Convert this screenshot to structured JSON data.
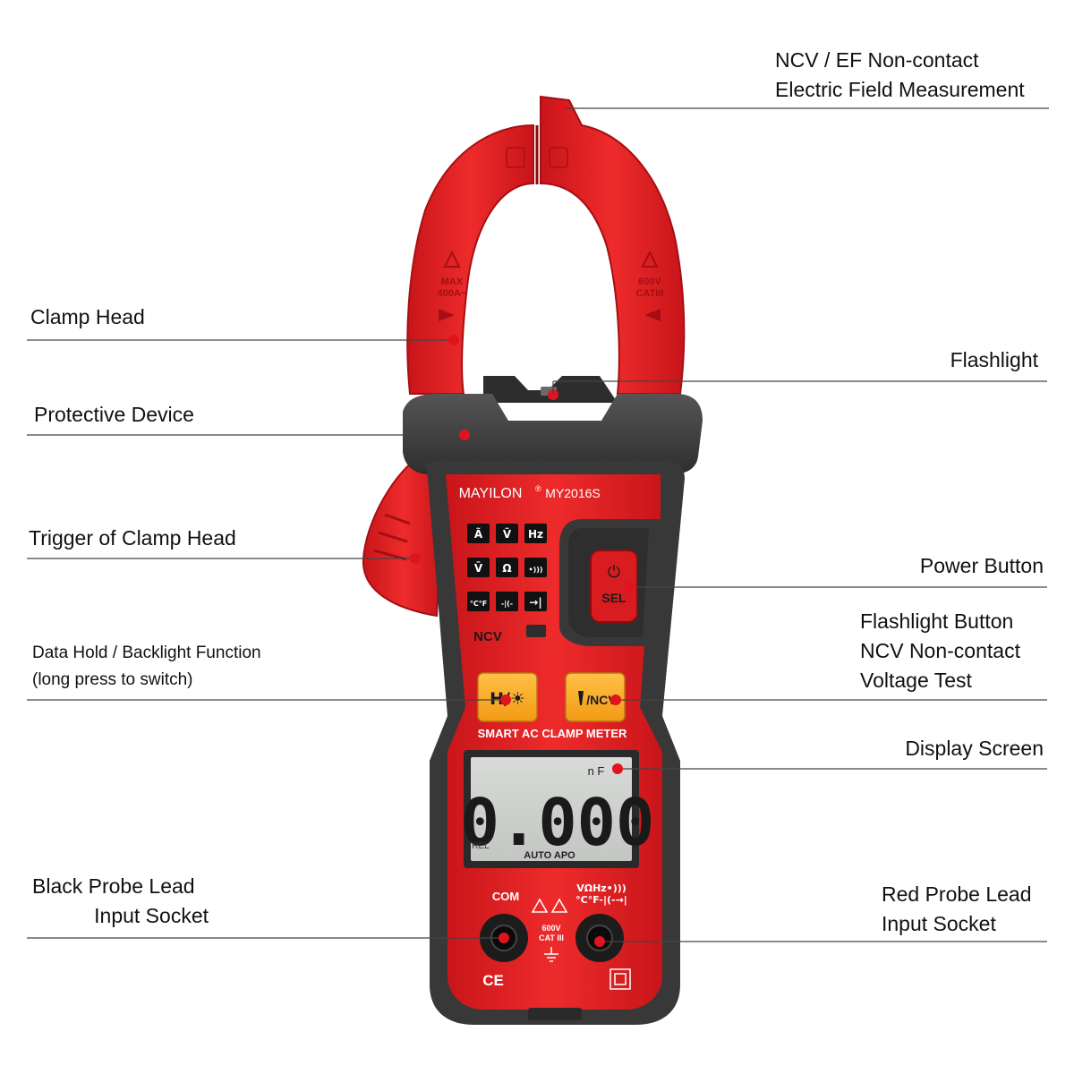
{
  "callouts": {
    "ncv_ef": [
      "NCV / EF Non-contact",
      "Electric Field Measurement"
    ],
    "clamp_head": "Clamp Head",
    "flashlight": "Flashlight",
    "protective_device": "Protective Device",
    "trigger": "Trigger of Clamp Head",
    "power_button": "Power Button",
    "flashlight_button": [
      "Flashlight Button",
      "NCV Non-contact",
      "Voltage Test"
    ],
    "data_hold": [
      "Data Hold / Backlight Function",
      "(long press to switch)"
    ],
    "display_screen": "Display Screen",
    "black_probe": [
      "Black Probe Lead",
      "Input Socket"
    ],
    "red_probe": [
      "Red Probe Lead",
      "Input Socket"
    ]
  },
  "device": {
    "brand": "MAYILON",
    "registered": "®",
    "model": "MY2016S",
    "clamp_left_warning": [
      "MAX",
      "400A~"
    ],
    "clamp_right_warning": [
      "600V",
      "CATIII"
    ],
    "function_keys": [
      "Ã",
      "Ṽ",
      "Hz",
      "V̄",
      "Ω",
      "•)))",
      "°C°F",
      "-|(-",
      "→|"
    ],
    "ncv_label": "NCV",
    "hold_button": "H/☀",
    "ncv_button": "/NCV",
    "power_button_label": "SEL",
    "power_button_symbol": "⏻",
    "subtitle": "SMART AC CLAMP METER",
    "lcd_reading": "0.000",
    "lcd_unit": "n F",
    "lcd_rel": "REL",
    "lcd_auto": "AUTO APO",
    "com_label": "COM",
    "input_label_1": "VΩHz•)))",
    "input_label_2": "°C°F-|(-→|",
    "cat_rating": [
      "600V",
      "CAT III"
    ],
    "ce_mark": "CE"
  },
  "colors": {
    "body_red": "#e02020",
    "dark_gray": "#3c3c3c",
    "orange_button": "#f5a623",
    "lcd": "#cfd1cf",
    "callout_dot": "#e0141e"
  }
}
